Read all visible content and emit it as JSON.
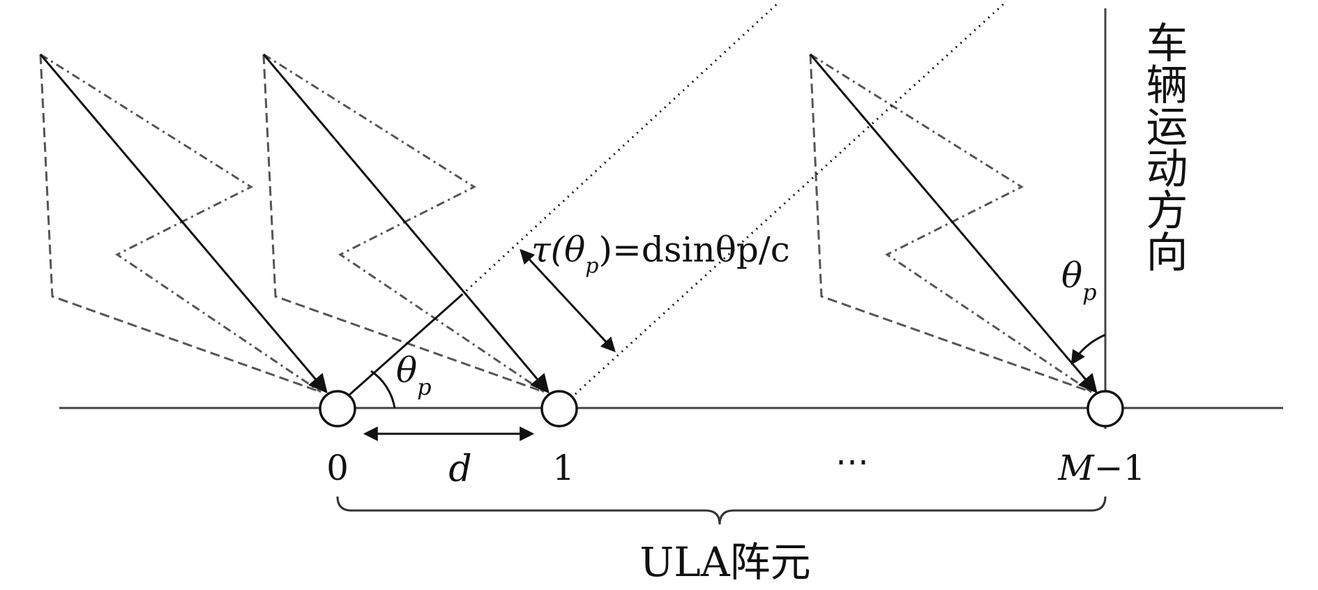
{
  "labels": {
    "element_0": "0",
    "element_1": "1",
    "ellipsis": "⋯",
    "element_last_m": "M",
    "element_last_suffix": "−1",
    "spacing": "d",
    "angle_theta": "θ",
    "angle_sub": "p",
    "delay_formula_tau": "τ(θ",
    "delay_formula_sub": "p",
    "delay_formula_rest": ")=dsinθp/c",
    "vehicle_direction": "车辆运动方向",
    "array_caption": "ULA阵元"
  }
}
